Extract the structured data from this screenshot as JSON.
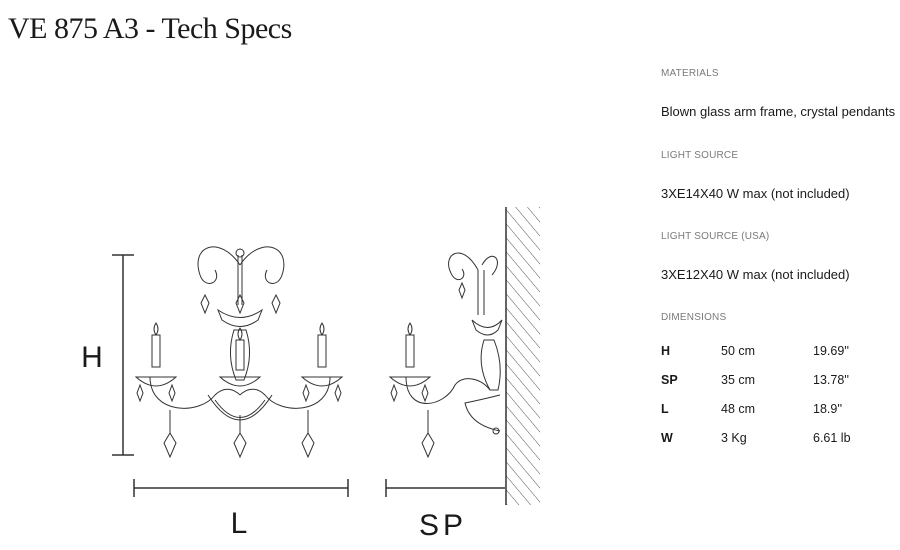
{
  "title": "VE 875 A3 - Tech Specs",
  "drawing_labels": {
    "height": "H",
    "length": "L",
    "projection": "SP"
  },
  "specs": {
    "materials_label": "MATERIALS",
    "materials_value": "Blown glass arm frame, crystal pendants",
    "light_source_label": "LIGHT SOURCE",
    "light_source_value": "3XE14X40 W max (not included)",
    "light_source_usa_label": "LIGHT SOURCE (USA)",
    "light_source_usa_value": "3XE12X40 W max (not included)",
    "dimensions_label": "DIMENSIONS",
    "dimensions": [
      {
        "key": "H",
        "metric": "50 cm",
        "imperial": "19.69''"
      },
      {
        "key": "SP",
        "metric": "35 cm",
        "imperial": "13.78''"
      },
      {
        "key": "L",
        "metric": "48 cm",
        "imperial": "18.9''"
      },
      {
        "key": "W",
        "metric": "3 Kg",
        "imperial": "6.61 lb"
      }
    ]
  },
  "colors": {
    "text": "#1a1a1a",
    "label": "#7a7a7a",
    "line": "#333333"
  }
}
